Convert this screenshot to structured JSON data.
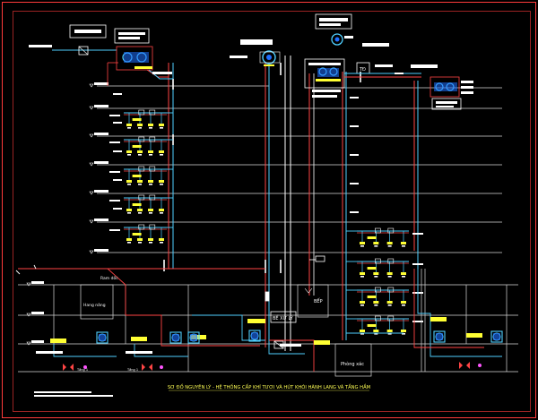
{
  "drawing": {
    "title": "SƠ ĐỒ NGUYÊN LÝ - HỆ THỐNG CẤP KHÍ TƯƠI VÀ HÚT KHÓI HÀNH LANG VÀ TẦNG HẦM",
    "labels": {
      "ramp": "Ram dốc",
      "hang_nang": "Hang nâng",
      "bep": "BẾP",
      "be_xu_ly": "BỂ XỬ LÝ",
      "phong_xac": "Phòng xác",
      "fan_tag": "TĐ",
      "tank_tag_1": "Tầng 1",
      "tank_tag_2": "Tầng 1"
    },
    "colors": {
      "background": "#000000",
      "frame": "#ff3b3b",
      "floor_line": "#e8e8e8",
      "supply_duct": "#4fd0ff",
      "exhaust_duct": "#ff5555",
      "equipment": "#ffff33",
      "fitting": "#ffffff",
      "vertical_shaft": "#ff4444"
    }
  }
}
